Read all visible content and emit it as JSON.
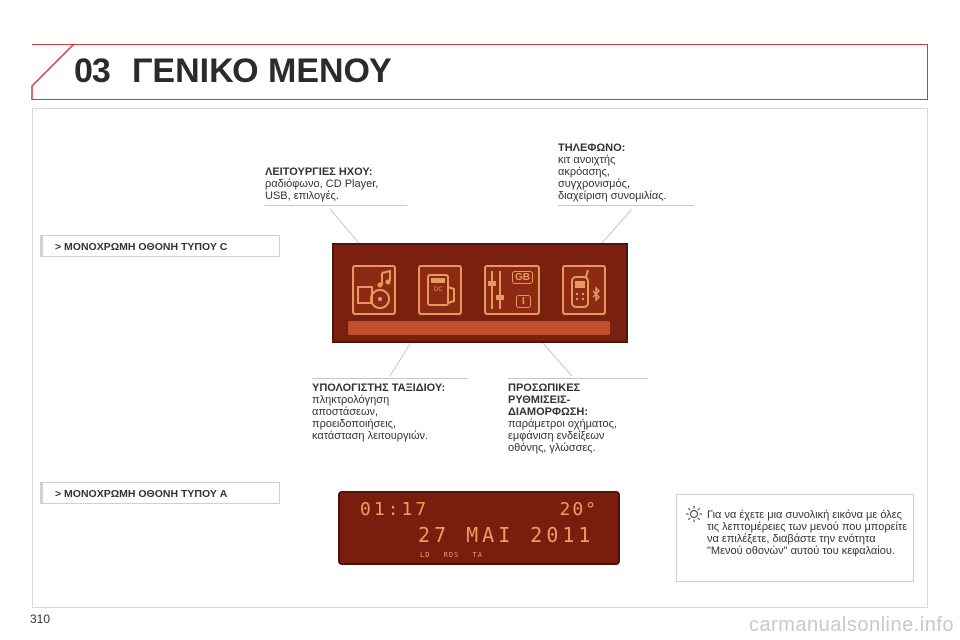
{
  "header": {
    "chapter_number": "03",
    "title": "ΓΕΝΙΚΟ ΜΕΝΟΥ",
    "accent_color": "#d9363e"
  },
  "sections": {
    "type_c": "> ΜΟΝΟΧΡΩΜΗ ΟΘΟΝΗ ΤΥΠΟΥ C",
    "type_a": "> ΜΟΝΟΧΡΩΜΗ ΟΘΟΝΗ ΤΥΠΟΥ A"
  },
  "callouts": {
    "audio": {
      "title": "ΛΕΙΤΟΥΡΓΙΕΣ ΗΧΟΥ:",
      "lines": [
        "ραδιόφωνο, CD Player,",
        "USB, επιλογές."
      ]
    },
    "phone": {
      "title": "ΤΗΛΕΦΩΝΟ:",
      "lines": [
        "κιτ ανοιχτής",
        "ακρόασης,",
        "συγχρονισμός,",
        "διαχείριση συνομιλίας."
      ]
    },
    "trip": {
      "title": "ΥΠΟΛΟΓΙΣΤΗΣ ΤΑΞΙΔΙΟΥ:",
      "lines": [
        "πληκτρολόγηση",
        "αποστάσεων,",
        "προειδοποιήσεις,",
        "κατάσταση λειτουργιών."
      ]
    },
    "settings": {
      "title_lines": [
        "ΠΡΟΣΩΠΙΚΕΣ",
        "ΡΥΘΜΙΣΕΙΣ-",
        "ΔΙΑΜΟΡΦΩΣΗ:"
      ],
      "lines": [
        "παράμετροι οχήματος,",
        "εμφάνιση ενδείξεων",
        "οθόνης, γλώσσες."
      ]
    }
  },
  "display_c": {
    "tile_labels": {
      "cd": "DC",
      "lang_gb": "GB",
      "lang_i": "I"
    },
    "icons": [
      "audio-icon",
      "trip-computer-icon",
      "settings-icon",
      "phone-icon"
    ],
    "background": "#7a2010",
    "glyph_color": "#e79a5e"
  },
  "display_a": {
    "time": "01:17",
    "temperature": "20°",
    "date": "27 MAI 2011",
    "flags": [
      "LD",
      "RDS",
      "TA"
    ]
  },
  "tip": {
    "icon": "lightbulb-icon",
    "text": "Για να έχετε μια συνολική εικόνα με όλες τις λεπτομέρειες των μενού που μπορείτε να επιλέξετε, διαβάστε την ενότητα \"Μενού οθονών\" αυτού του κεφαλαίου."
  },
  "page_number": "310",
  "watermark": "carmanualsonline.info"
}
